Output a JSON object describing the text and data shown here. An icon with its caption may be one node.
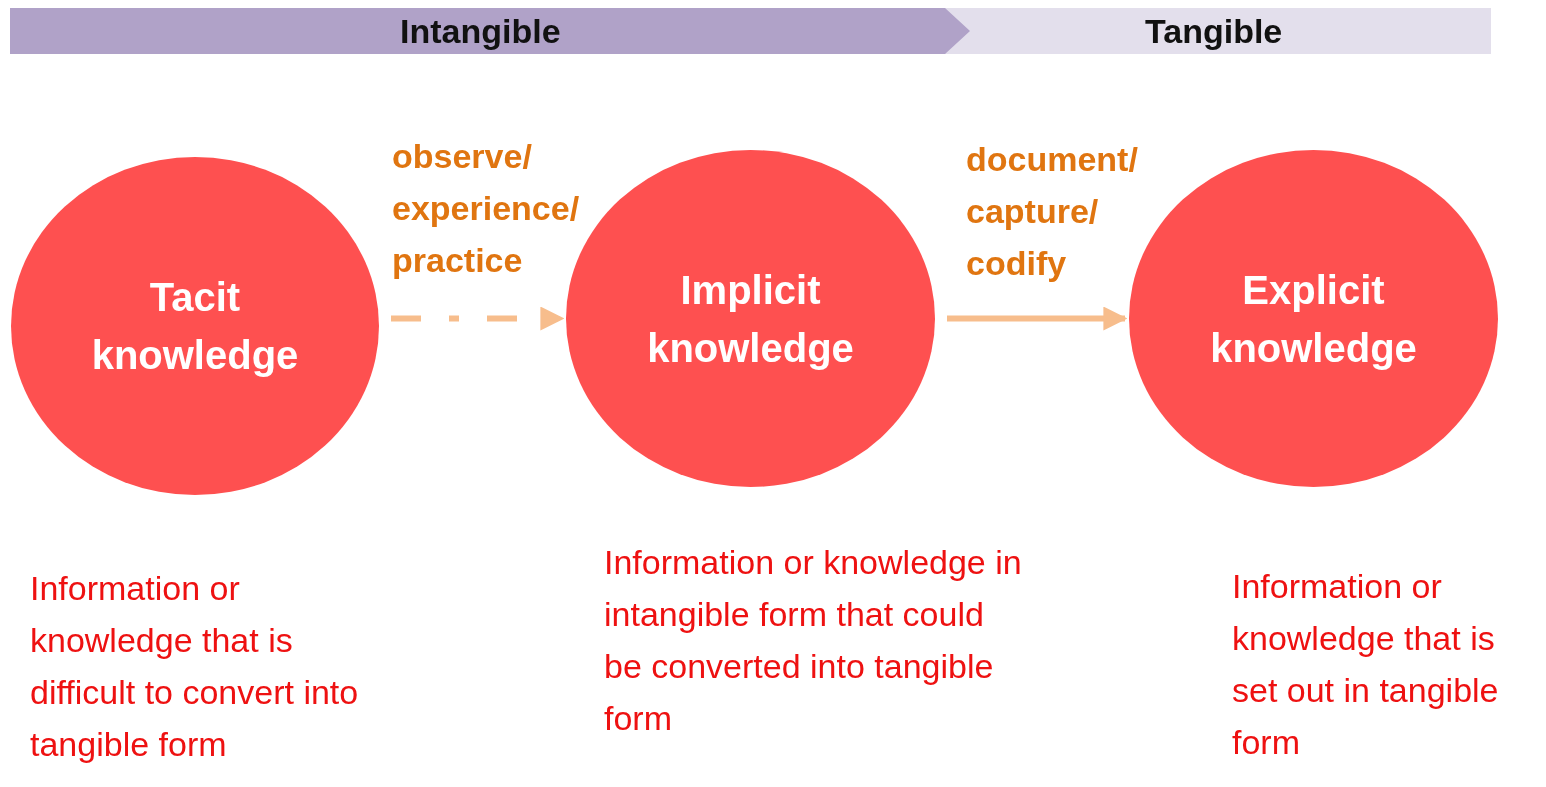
{
  "diagram": {
    "nodes": [
      {
        "text": [
          "Intangible"
        ]
      },
      {
        "text": [
          "Tangible"
        ]
      },
      {
        "text": [
          "Tacit knowledge"
        ],
        "beside": [
          "Information or knowledge that is difficult to convert into tangible form"
        ]
      },
      {
        "text": [
          "Implicit knowledge"
        ],
        "beside": [
          "Information or knowledge in intangible form that could be converted into tangible form"
        ]
      },
      {
        "text": [
          "Explicit knowledge"
        ],
        "beside": [
          "Information or knowledge that is set out in tangible form"
        ]
      }
    ],
    "edges": [
      {
        "from": 2,
        "to": 3,
        "arrow": "to",
        "label": "observe/ experience/ practice",
        "style": "dashed"
      },
      {
        "from": 3,
        "to": 4,
        "arrow": "to",
        "label": "document/ capture/ codify"
      }
    ]
  }
}
